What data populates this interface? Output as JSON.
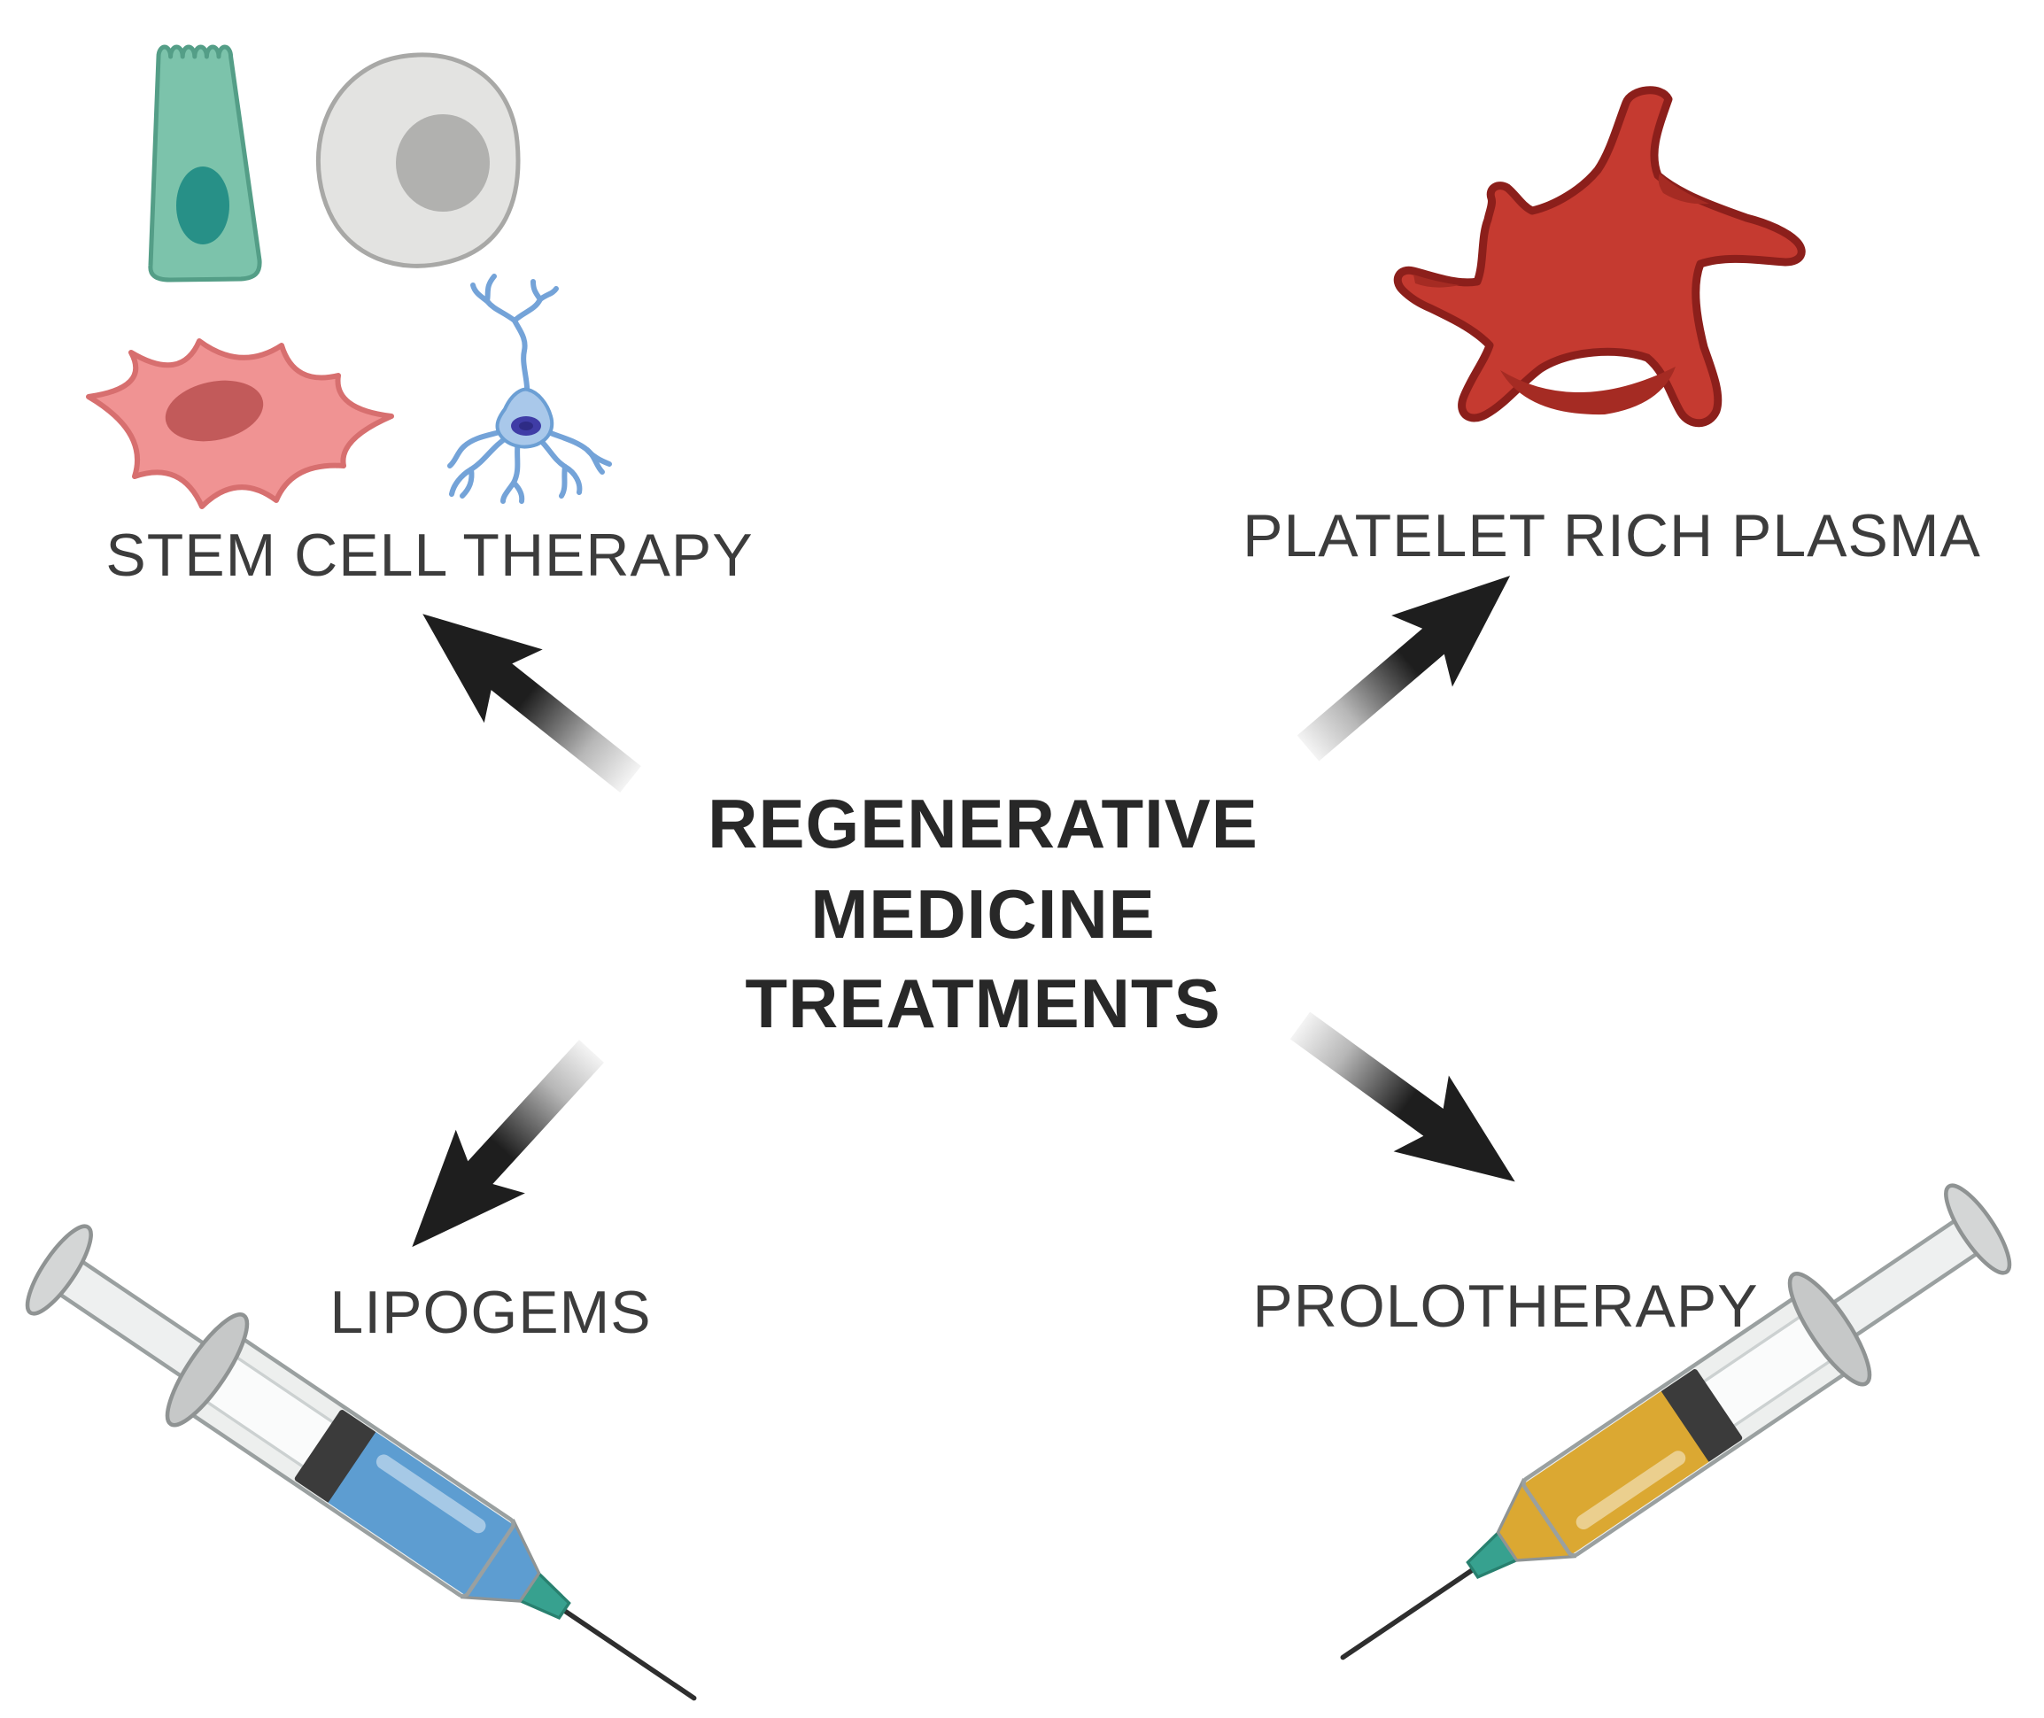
{
  "diagram": {
    "center": {
      "title_lines": [
        "REGENERATIVE",
        "MEDICINE",
        "TREATMENTS"
      ]
    },
    "branches": {
      "stem_cell_therapy": {
        "label": "STEM CELL THERAPY",
        "icons": [
          "columnar-epithelial-cell-icon",
          "round-stem-cell-icon",
          "mesenchymal-cell-icon",
          "neuron-icon"
        ]
      },
      "platelet_rich_plasma": {
        "label": "PLATELET RICH PLASMA",
        "icons": [
          "platelet-icon"
        ]
      },
      "lipogems": {
        "label": "LIPOGEMS",
        "icons": [
          "syringe-icon"
        ],
        "syringe_fluid": "#5d9dd1"
      },
      "prolotherapy": {
        "label": "PROLOTHERAPY",
        "icons": [
          "syringe-icon"
        ],
        "syringe_fluid": "#dba832"
      }
    },
    "palette": {
      "background": "#ffffff",
      "label_text": "#3c3c3c",
      "title_text": "#282828",
      "arrow": "#1e1e1e",
      "columnar_cell": "#7cc3ab",
      "columnar_cell_stroke": "#549e87",
      "columnar_nucleus": "#279087",
      "round_cell": "#e3e3e1",
      "round_cell_stroke": "#a8a8a6",
      "round_nucleus": "#b1b1af",
      "mesenchymal_cell": "#f09393",
      "mesenchymal_cell_stroke": "#d76f6f",
      "mesenchymal_nucleus": "#c25a5a",
      "neuron_body": "#a9c8ea",
      "neuron_stroke": "#74a3d8",
      "neuron_nucleus": "#3f3ca6",
      "platelet_fill": "#c53a30",
      "platelet_outline": "#8c1f1b",
      "platelet_shade": "#a52b23",
      "syringe_barrel": "#edefee",
      "syringe_flange": "#c6c8c8",
      "syringe_stopper": "#3b3b3b",
      "needle_hub": "#37a18f",
      "needle": "#2e2e2e",
      "lipogems_fluid": "#5d9dd1",
      "prolotherapy_fluid": "#dba832"
    }
  }
}
